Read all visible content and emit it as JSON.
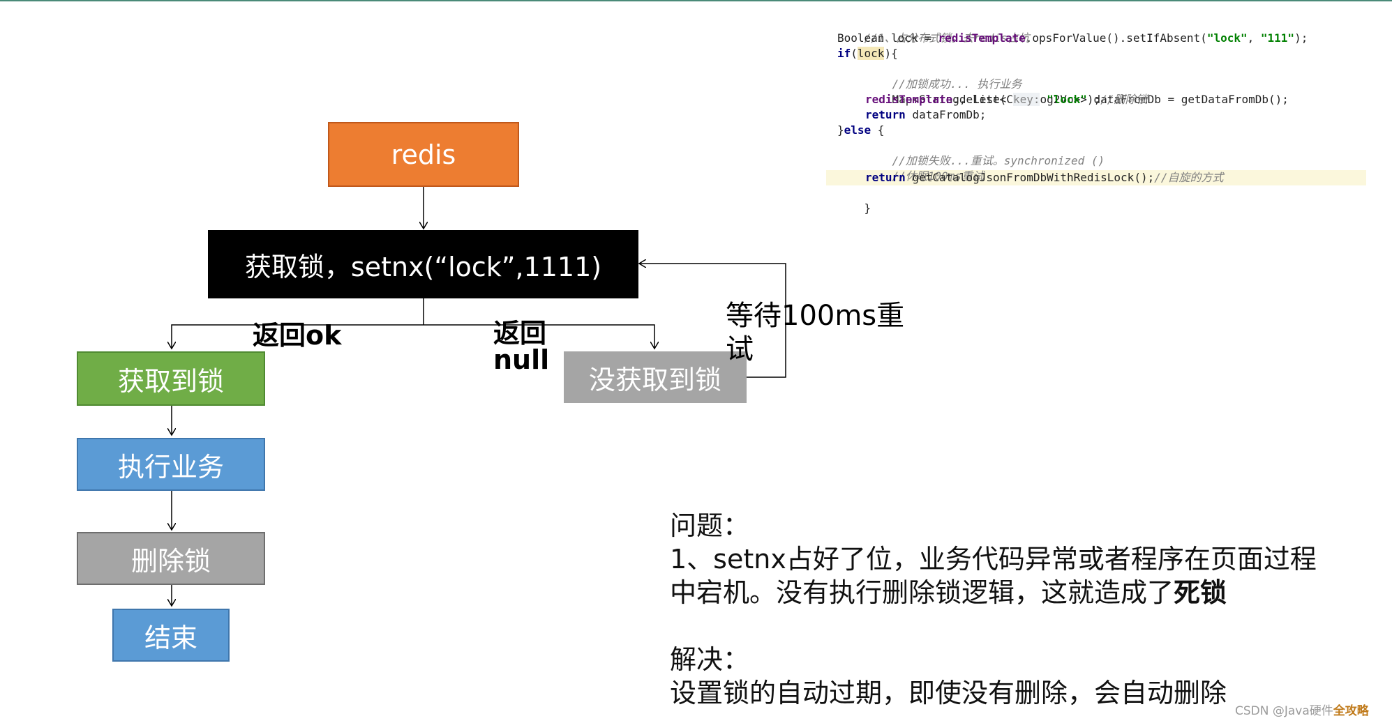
{
  "diagram": {
    "nodes": {
      "redis": "redis",
      "acquire": "获取锁，setnx(“lock”,1111)",
      "got_lock": "获取到锁",
      "execute": "执行业务",
      "delete": "删除锁",
      "end": "结束",
      "no_lock": "没获取到锁"
    },
    "edges": {
      "return_ok": "返回ok",
      "return_null_line1": "返回",
      "return_null_line2": "null",
      "retry_line1": "等待100ms重",
      "retry_line2": "试"
    },
    "colors": {
      "redis": "#ed7d31",
      "acquire": "#000000",
      "got_lock": "#70ad47",
      "execute": "#5b9bd5",
      "delete": "#a5a5a5",
      "end": "#5b9bd5",
      "no_lock": "#a5a5a5"
    }
  },
  "code": {
    "line1": "//1、占分布式锁。去redis占坑",
    "line2_a": "Boolean lock = ",
    "line2_field": "redisTemplate",
    "line2_b": ".opsForValue().setIfAbsent(",
    "line2_s1": "\"lock\"",
    "line2_c": ", ",
    "line2_s2": "\"111\"",
    "line2_d": ");",
    "line3_kw": "if",
    "line3_a": "(",
    "line3_var": "lock",
    "line3_b": "){",
    "line4": "//加锁成功... 执行业务",
    "line5": "Map<String, List<Catelog2Vo>> dataFromDb = getDataFromDb();",
    "line6_field": "redisTemplate",
    "line6_a": ".delete( ",
    "line6_hint": "key:",
    "line6_str": "\"lock\"",
    "line6_b": ");",
    "line6_comment": "//删除锁",
    "line7_kw": "return",
    "line7_a": " dataFromDb;",
    "line8_a": "}",
    "line8_kw": "else",
    "line8_b": " {",
    "line9": "//加锁失败...重试。synchronized ()",
    "line10": "//休眠100ms重试",
    "line11_kw": "return",
    "line11_a": " getCatalogJsonFromDbWithRedisLock();",
    "line11_comment": "//自旋的方式",
    "line12": "}"
  },
  "notes": {
    "problem_title": "问题：",
    "problem_line1": "1、setnx占好了位，业务代码异常或者程序在页面过程",
    "problem_line2_a": "中宕机。没有执行删除锁逻辑，这就造成了",
    "problem_line2_bold": "死锁",
    "solution_title": "解决：",
    "solution_line1": "设置锁的自动过期，即使没有删除，会自动删除"
  },
  "watermark": {
    "text": "CSDN @Java硬件",
    "brand": "全攻略"
  }
}
